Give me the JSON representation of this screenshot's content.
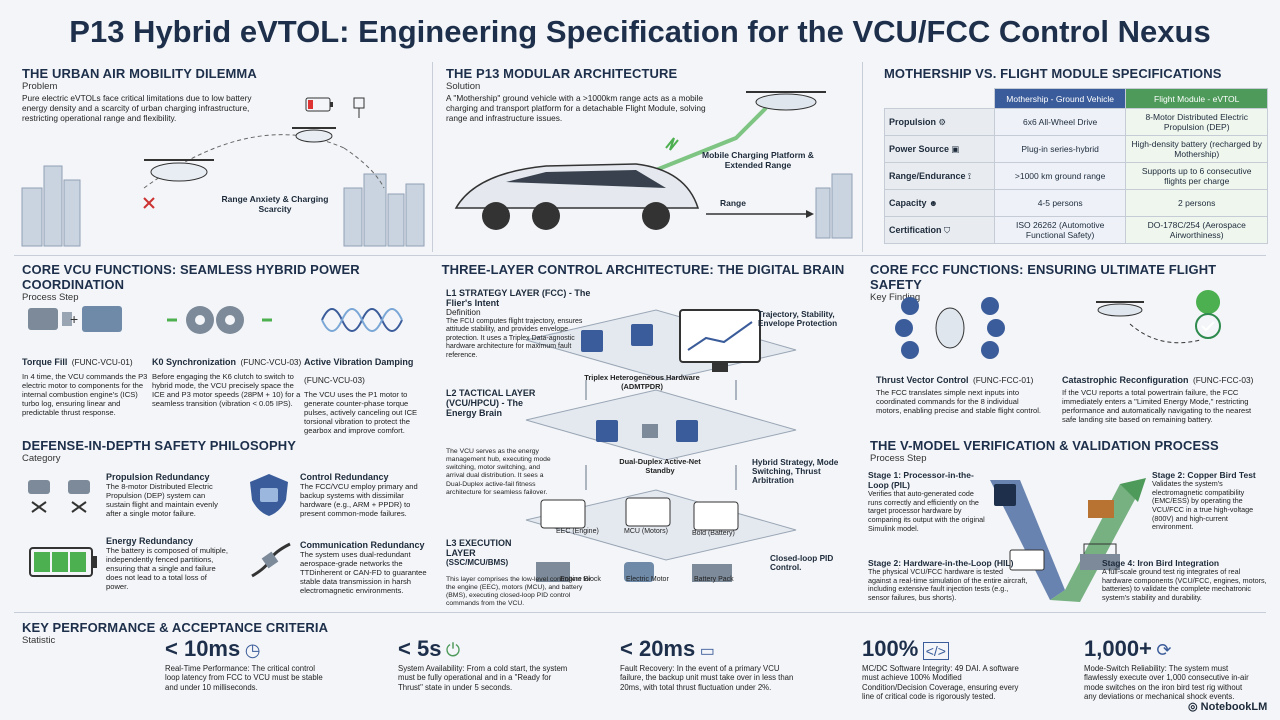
{
  "title": "P13 Hybrid eVTOL: Engineering Specification for the VCU/FCC Control Nexus",
  "dilemma": {
    "heading": "THE URBAN AIR MOBILITY DILEMMA",
    "sub": "Problem",
    "text": "Pure electric eVTOLs face critical limitations due to low battery energy density and a scarcity of urban charging infrastructure, restricting operational range and flexibility.",
    "caption": "Range Anxiety & Charging Scarcity"
  },
  "modular": {
    "heading": "THE P13 MODULAR ARCHITECTURE",
    "sub": "Solution",
    "text": "A \"Mothership\" ground vehicle with a >1000km range acts as a mobile charging and transport platform for a detachable Flight Module, solving range and infrastructure issues.",
    "caption": "Mobile Charging Platform & Extended Range",
    "range": "Range"
  },
  "specs": {
    "heading": "MOTHERSHIP vs. FLIGHT MODULE SPECIFICATIONS",
    "col1": "Mothership - Ground Vehicle",
    "col2": "Flight Module - eVTOL",
    "rows": [
      {
        "label": "Propulsion",
        "icon": "wheel-icon",
        "a": "6x6 All-Wheel Drive",
        "b": "8-Motor Distributed Electric Propulsion (DEP)"
      },
      {
        "label": "Power Source",
        "icon": "engine-icon",
        "a": "Plug-in series-hybrid",
        "b": "High-density battery (recharged by Mothership)"
      },
      {
        "label": "Range/Endurance",
        "icon": "route-icon",
        "a": ">1000 km ground range",
        "b": "Supports up to 6 consecutive flights per charge"
      },
      {
        "label": "Capacity",
        "icon": "people-icon",
        "a": "4-5 persons",
        "b": "2 persons"
      },
      {
        "label": "Certification",
        "icon": "shield-check-icon",
        "a": "ISO 26262 (Automotive Functional Safety)",
        "b": "DO-178C/254 (Aerospace Airworthiness)"
      }
    ]
  },
  "vcu": {
    "heading": "CORE VCU FUNCTIONS: SEAMLESS HYBRID POWER COORDINATION",
    "sub": "Process Step",
    "items": [
      {
        "title": "Torque Fill",
        "code": "(FUNC-VCU-01)",
        "text": "In 4 time, the VCU commands the P3 electric motor to components for the internal combustion engine's (ICS) turbo log, ensuring linear and predictable thrust response."
      },
      {
        "title": "K0 Synchronization",
        "code": "(FUNC-VCU-03)",
        "text": "Before engaging the K6 clutch to switch to hybrid mode, the VCU precisely space the ICE and P3 motor speeds (28PM + 10) for a seamless transition (vibration < 0.05 IPS)."
      },
      {
        "title": "Active Vibration Damping",
        "code": "(FUNC-VCU-03)",
        "text": "The VCU uses the P1 motor to generate counter-phase torque pulses, actively canceling out ICE torsional vibration to protect the gearbox and improve comfort."
      }
    ]
  },
  "safety": {
    "heading": "DEFENSE-IN-DEPTH SAFETY PHILOSOPHY",
    "sub": "Category",
    "items": [
      {
        "title": "Propulsion Redundancy",
        "text": "The 8-motor Distributed Electric Propulsion (DEP) system can sustain flight and maintain evenly after a single motor failure."
      },
      {
        "title": "Control Redundancy",
        "text": "The FCC/VCU employ primary and backup systems with dissimilar hardware (e.g., ARM + PPDR) to present common-mode failures."
      },
      {
        "title": "Energy Redundancy",
        "text": "The battery is composed of multiple, independently fenced partitions, ensuring that a single and failure does not lead to a total loss of power."
      },
      {
        "title": "Communication Redundancy",
        "text": "The system uses dual-redundant aerospace-grade networks the TTDinherent or CAN-FD to guarantee stable data transmission in harsh electromagnetic environments."
      }
    ]
  },
  "layers": {
    "heading": "THREE-LAYER CONTROL ARCHITECTURE: THE DIGITAL BRAIN",
    "l1": {
      "title": "L1 STRATEGY LAYER (FCC) - The Flier's Intent",
      "sub": "Definition",
      "text": "The FCU computes flight trajectory, ensures attitude stability, and provides envelope protection. It uses a Triplex Data-agnostic hardware architecture for maximum fault reference.",
      "hw": "Triplex Heterogeneous Hardware (ADMTPDR)",
      "side": "Trajectory, Stability, Envelope Protection"
    },
    "l2": {
      "title": "L2 TACTICAL LAYER (VCU/HPCU) - The Energy Brain",
      "text": "The VCU serves as the energy management hub, executing mode switching, motor switching, and arrival dual distribution. It sees a Dual-Duplex active-fail fitness architecture for seamless failover.",
      "hw": "Dual-Duplex Active-Net Standby",
      "side": "Hybrid Strategy, Mode Switching, Thrust Arbitration"
    },
    "l3": {
      "title": "L3 EXECUTION LAYER",
      "sub": "(SSC/MCU/BMS)",
      "text": "This layer comprises the low-level controllers for the engine (EEC), motors (MCU), and battery (BMS), executing closed-loop PID control commands from the VCU.",
      "side": "Closed-loop PID Control.",
      "mods": [
        "EEC (Engine)",
        "MCU (Motors)",
        "Bold (Battery)"
      ],
      "parts": [
        "Engine Block",
        "Electric Motor",
        "Battery Pack"
      ]
    }
  },
  "fcc": {
    "heading": "CORE FCC FUNCTIONS: ENSURING ULTIMATE FLIGHT SAFETY",
    "sub": "Key Finding",
    "items": [
      {
        "title": "Thrust Vector Control",
        "code": "(FUNC-FCC-01)",
        "text": "The FCC translates simple next inputs into coordinated commands for the 8 individual motors, enabling precise and stable flight control."
      },
      {
        "title": "Catastrophic Reconfiguration",
        "code": "(FUNC-FCC-03)",
        "text": "If the VCU reports a total powertrain failure, the FCC immediately enters a \"Limited Energy Mode,\" restricting performance and automatically navigating to the nearest safe landing site based on remaining battery."
      }
    ]
  },
  "vmodel": {
    "heading": "THE V-MODEL VERIFICATION & VALIDATION PROCESS",
    "sub": "Process Step",
    "stages": [
      {
        "title": "Stage 1: Processor-in-the-Loop (PIL)",
        "text": "Verifies that auto-generated code runs correctly and efficiently on the target processor hardware by comparing its output with the original Simulink model."
      },
      {
        "title": "Stage 2: Copper Bird Test",
        "text": "Validates the system's electromagnetic compatibility (EMC/ESS) by operating the VCU/FCC in a true high-voltage (800V) and high-current environment."
      },
      {
        "title": "Stage 2: Hardware-in-the-Loop (HIL)",
        "text": "The physical VCU/FCC hardware is tested against a real-time simulation of the entire aircraft, including extensive fault injection tests (e.g., sensor failures, bus shorts)."
      },
      {
        "title": "Stage 4: Iron Bird Integration",
        "text": "A full-scale ground test rig integrates of real hardware components (VCU/FCC, engines, motors, batteries) to validate the complete mechatronic system's stability and durability."
      }
    ]
  },
  "kpi": {
    "heading": "KEY PERFORMANCE & ACCEPTANCE CRITERIA",
    "sub": "Statistic",
    "items": [
      {
        "value": "< 10ms",
        "icon": "clock-icon",
        "text": "Real-Time Performance: The critical control loop latency from FCC to VCU must be stable and under 10 milliseconds."
      },
      {
        "value": "< 5s",
        "icon": "power-icon",
        "text": "System Availability: From a cold start, the system must be fully operational and in a \"Ready for Thrust\" state in under 5 seconds."
      },
      {
        "value": "< 20ms",
        "icon": "storage-icon",
        "text": "Fault Recovery: In the event of a primary VCU failure, the backup unit must take over in less than 20ms, with total thrust fluctuation under 2%."
      },
      {
        "value": "100%",
        "icon": "code-icon",
        "text": "MC/DC Software Integrity: 49 DAI. A software must achieve 100% Modified Condition/Decision Coverage, ensuring every line of critical code is rigorously tested."
      },
      {
        "value": "1,000+",
        "icon": "cycle-icon",
        "text": "Mode-Switch Reliability: The system must flawlessly execute over 1,000 consecutive in-air mode switches on the iron bird test rig without any deviations or mechanical shock events."
      }
    ]
  },
  "brand": "NotebookLM",
  "colors": {
    "navy": "#1d2f4a",
    "ground": "#3b5c9a",
    "flight": "#4e9a5a",
    "accent": "#2f8a4e"
  }
}
